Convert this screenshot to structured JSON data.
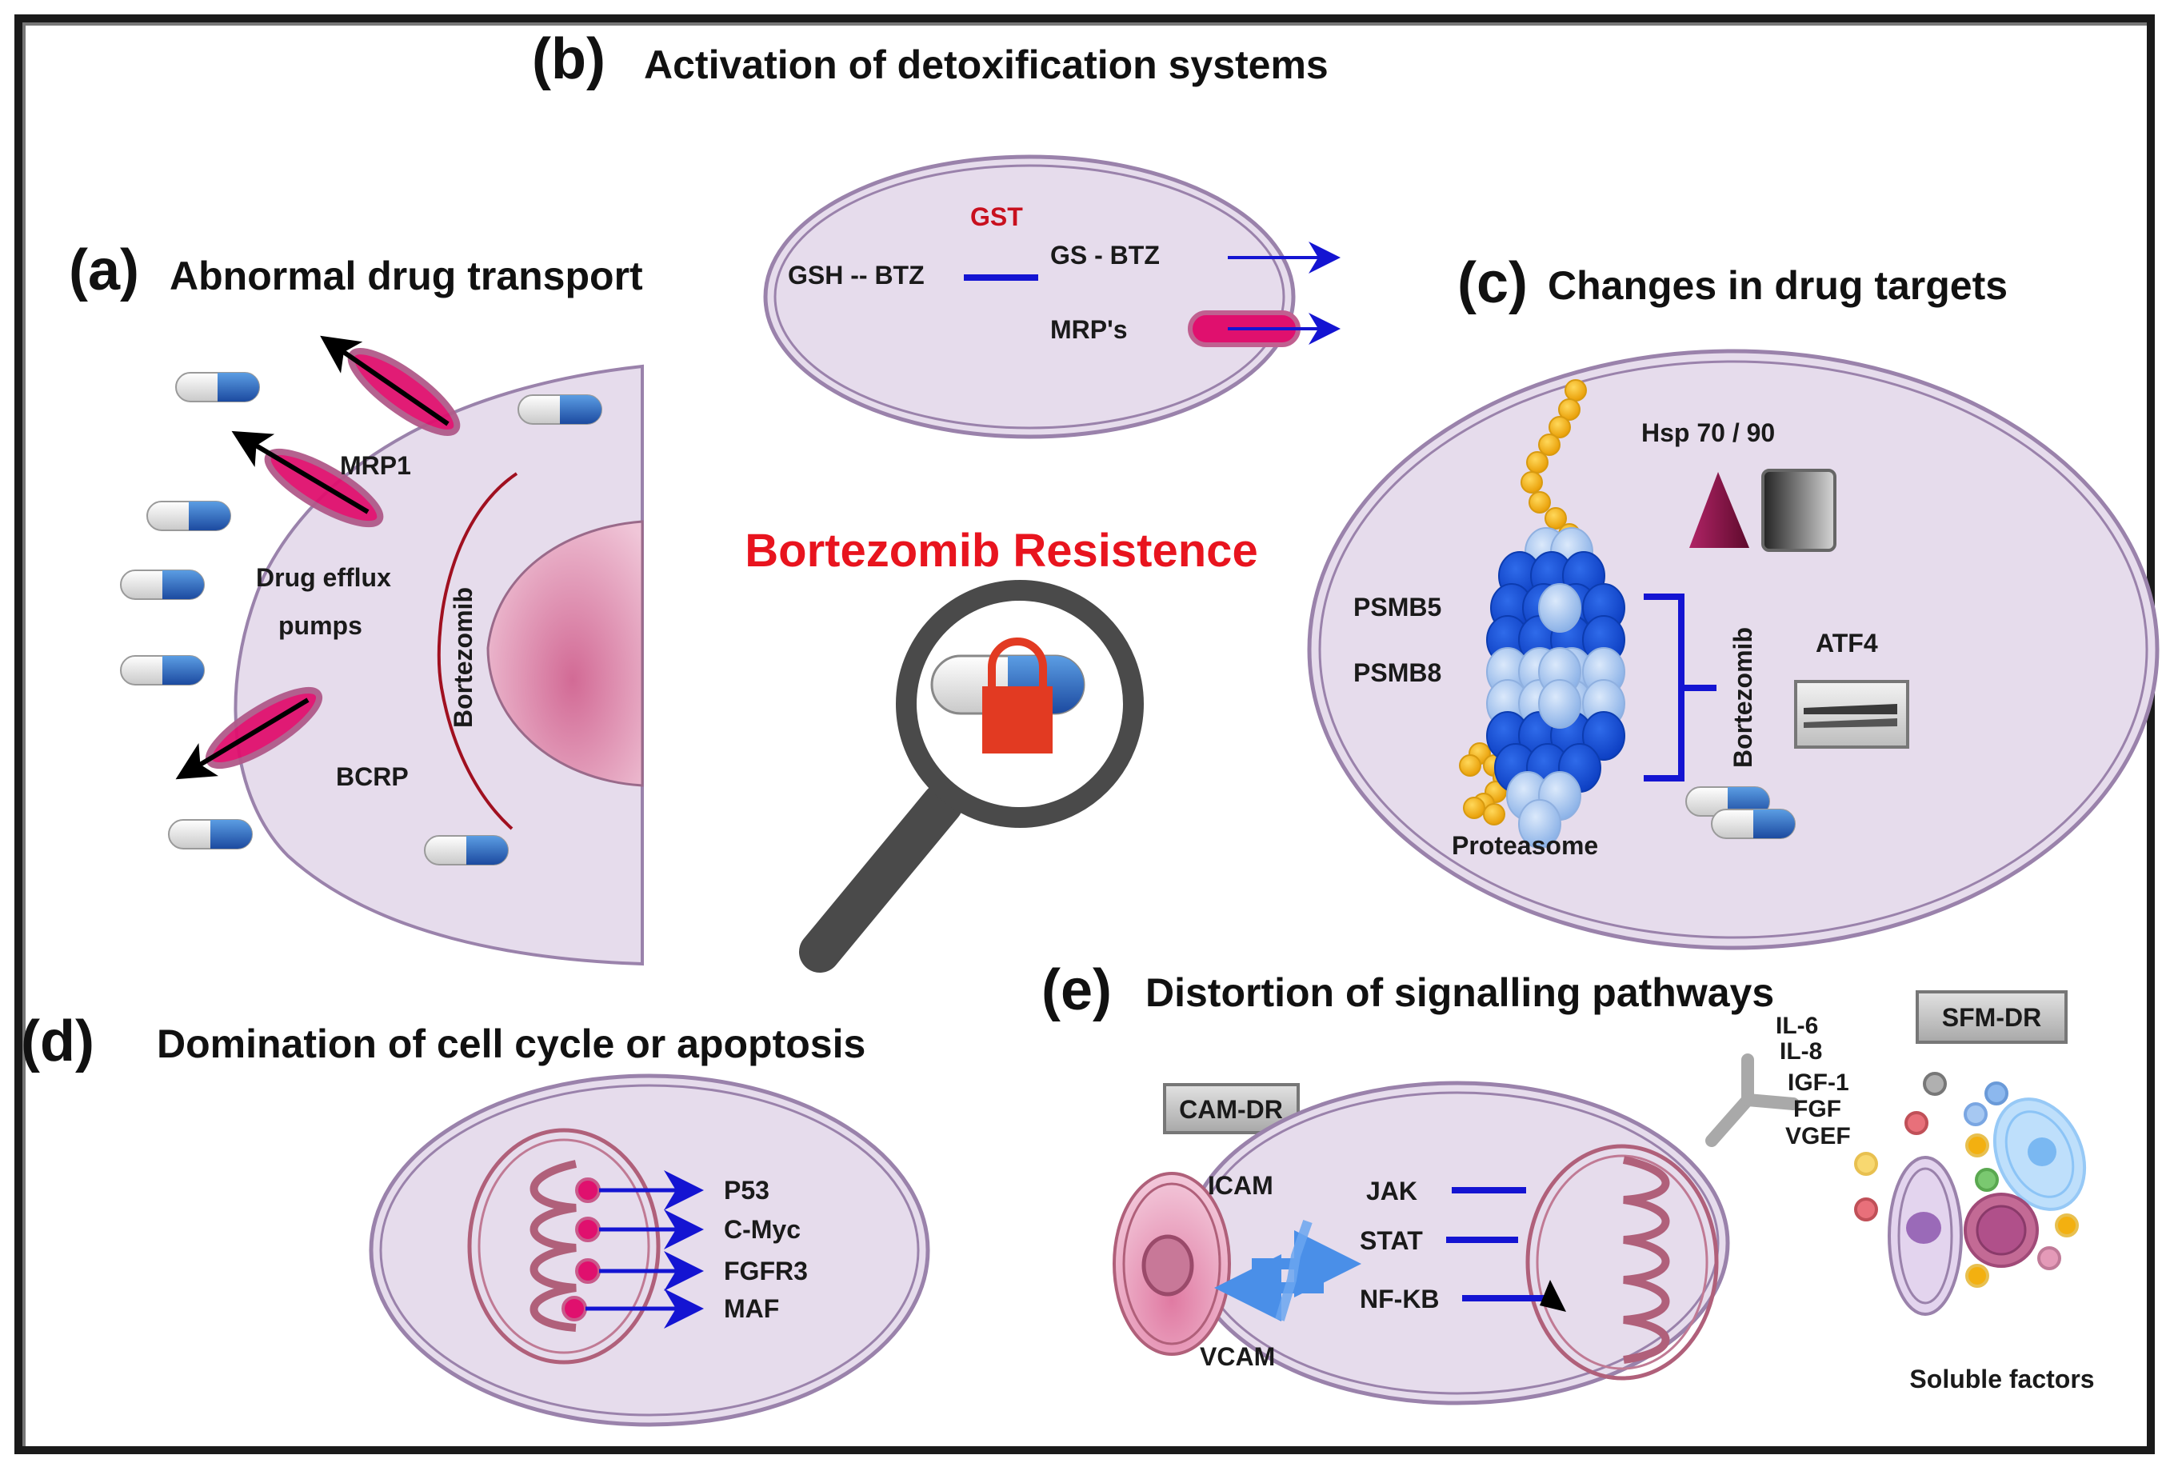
{
  "figure": {
    "center_title": "Bortezomib Resistence",
    "center_icon": "magnifier-lock-pill-icon"
  },
  "panels": {
    "a": {
      "letter": "(a)",
      "title": "Abnormal drug transport",
      "labels": {
        "mrp1": "MRP1",
        "drug_efflux_1": "Drug efflux",
        "drug_efflux_2": "pumps",
        "bcrp": "BCRP",
        "bortezomib": "Bortezomib"
      }
    },
    "b": {
      "letter": "(b)",
      "title": "Activation of detoxification systems",
      "labels": {
        "gst": "GST",
        "gsh_btz": "GSH -- BTZ",
        "gs_btz": "GS - BTZ",
        "mrps": "MRP's"
      }
    },
    "c": {
      "letter": "(c)",
      "title": "Changes in drug targets",
      "labels": {
        "hsp": "Hsp 70 / 90",
        "psmb5": "PSMB5",
        "psmb8": "PSMB8",
        "bortezomib": "Bortezomib",
        "atf4": "ATF4",
        "proteasome": "Proteasome"
      }
    },
    "d": {
      "letter": "(d)",
      "title": "Domination of cell cycle or apoptosis",
      "targets": [
        "P53",
        "C-Myc",
        "FGFR3",
        "MAF"
      ]
    },
    "e": {
      "letter": "(e)",
      "title": "Distortion of signalling pathways",
      "cam_dr": "CAM-DR",
      "sfm_dr": "SFM-DR",
      "icam": "ICAM",
      "vcam": "VCAM",
      "pathways": [
        "JAK",
        "STAT",
        "NF-KB"
      ],
      "cytokines": [
        "IL-6",
        "IL-8",
        "IGF-1",
        "FGF",
        "VGEF"
      ],
      "soluble_factors": "Soluble factors"
    }
  },
  "colors": {
    "cell_fill": "#e6dcec",
    "cell_stroke": "#9a82ab",
    "nucleus_pink": "#d77ea0",
    "pump_magenta": "#e0106e",
    "arrow_blue": "#1414d2",
    "title_red": "#e8141e",
    "gst_red": "#c8101e",
    "pill_blue": "#2b6fc4",
    "proteasome_dark": "#1450d8",
    "proteasome_light": "#a9c8ef",
    "ubiquitin_gold": "#f0b018",
    "magnifier_gray": "#4a4a4a",
    "lock_red": "#e23a22"
  }
}
